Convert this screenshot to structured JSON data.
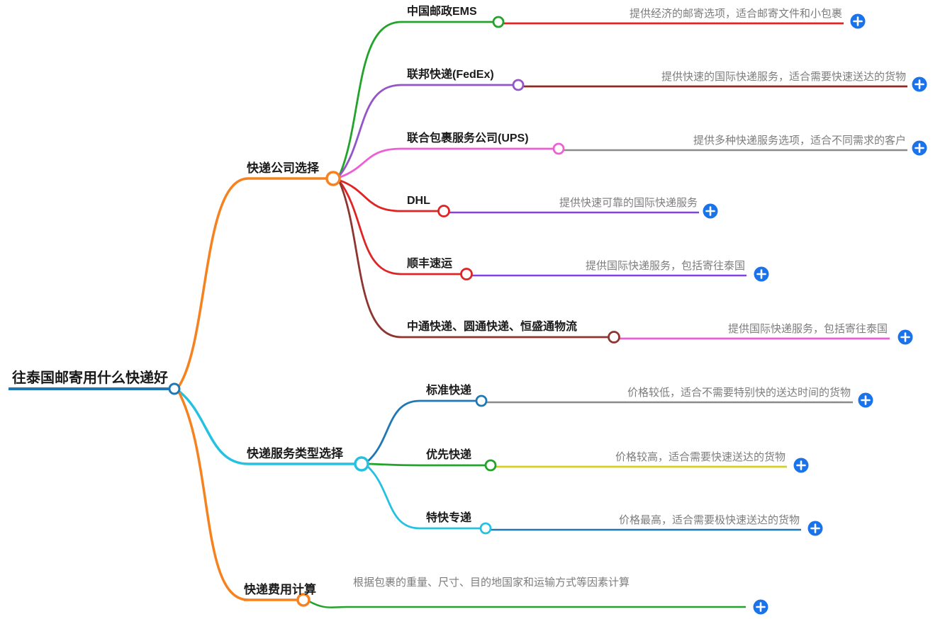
{
  "root": {
    "label": "往泰国邮寄用什么快递好"
  },
  "branches": [
    {
      "label": "快递公司选择",
      "children": [
        {
          "label": "中国邮政EMS",
          "desc": "提供经济的邮寄选项，适合邮寄文件和小包裹"
        },
        {
          "label": "联邦快递(FedEx)",
          "desc": "提供快速的国际快递服务，适合需要快速送达的货物"
        },
        {
          "label": "联合包裹服务公司(UPS)",
          "desc": "提供多种快递服务选项，适合不同需求的客户"
        },
        {
          "label": "DHL",
          "desc": "提供快速可靠的国际快递服务"
        },
        {
          "label": "顺丰速运",
          "desc": "提供国际快递服务，包括寄往泰国"
        },
        {
          "label": "中通快递、圆通快递、恒盛通物流",
          "desc": "提供国际快递服务，包括寄往泰国"
        }
      ]
    },
    {
      "label": "快递服务类型选择",
      "children": [
        {
          "label": "标准快递",
          "desc": "价格较低，适合不需要特别快的送达时间的货物"
        },
        {
          "label": "优先快递",
          "desc": "价格较高，适合需要快速送达的货物"
        },
        {
          "label": "特快专递",
          "desc": "价格最高，适合需要极快速送达的货物"
        }
      ]
    },
    {
      "label": "快递费用计算",
      "desc": "根据包裹的重量、尺寸、目的地国家和运输方式等因素计算"
    }
  ],
  "icons": {
    "expand": "plus-icon"
  },
  "colors": {
    "root_blue": "#1f77b4",
    "orange": "#f5821f",
    "cyan": "#25c1e0",
    "green": "#22a32a",
    "purple": "#9355c8",
    "pink": "#ee5fd5",
    "red": "#e02424",
    "maroon": "#8e3530",
    "dark_red": "#8e2a23",
    "gray_line": "#8a8a8a",
    "violet": "#8243e6",
    "olive": "#d4d022",
    "plus_blue": "#1a73e8",
    "label_text": "#1a1a1a",
    "desc_text": "#7d7d7d"
  }
}
